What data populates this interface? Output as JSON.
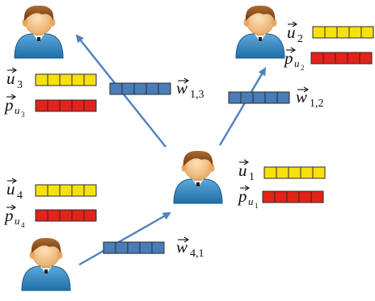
{
  "users": [
    {
      "id": "u1",
      "vec_u": {
        "base": "u",
        "sub": "1"
      },
      "vec_p": {
        "base": "p",
        "sub_base": "u",
        "sub": "1"
      }
    },
    {
      "id": "u2",
      "vec_u": {
        "base": "u",
        "sub": "2"
      },
      "vec_p": {
        "base": "p",
        "sub_base": "u",
        "sub": "2"
      }
    },
    {
      "id": "u3",
      "vec_u": {
        "base": "u",
        "sub": "3"
      },
      "vec_p": {
        "base": "p",
        "sub_base": "u",
        "sub": "3"
      }
    },
    {
      "id": "u4",
      "vec_u": {
        "base": "u",
        "sub": "4"
      },
      "vec_p": {
        "base": "p",
        "sub_base": "u",
        "sub": "4"
      }
    }
  ],
  "edges": [
    {
      "id": "w13",
      "label": {
        "base": "w",
        "sub": "1,3"
      }
    },
    {
      "id": "w12",
      "label": {
        "base": "w",
        "sub": "1,2"
      }
    },
    {
      "id": "w41",
      "label": {
        "base": "w",
        "sub": "4,1"
      }
    }
  ],
  "colors": {
    "u_vector": "#F7E10A",
    "p_vector": "#E2231A",
    "w_vector": "#4A7DB8",
    "arrow": "#4F81BD",
    "vector_outline": "#2B2B2B"
  },
  "vector_cells": 5,
  "icon": "user-person-icon"
}
